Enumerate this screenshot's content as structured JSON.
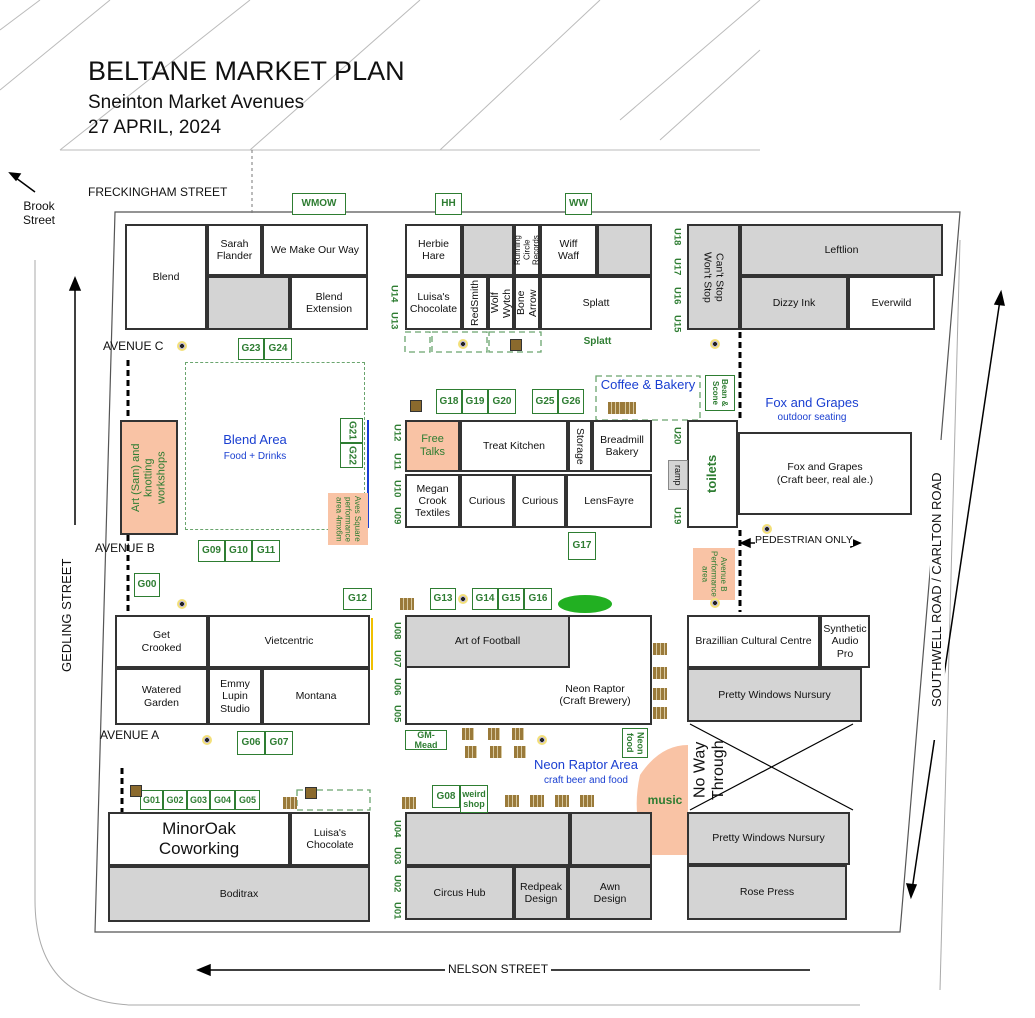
{
  "header": {
    "title": "BELTANE MARKET PLAN",
    "subtitle": "Sneinton Market Avenues",
    "date": "27 APRIL, 2024"
  },
  "streets": {
    "freckingham": "FRECKINGHAM STREET",
    "brook": "Brook\nStreet",
    "gedling": "GEDLING STREET",
    "nelson": "NELSON STREET",
    "southwell": "SOUTHWELL ROAD / CARLTON ROAD"
  },
  "avenues": {
    "a": "AVENUE A",
    "b": "AVENUE B",
    "c": "AVENUE C",
    "pedestrian": "PEDESTRIAN ONLY"
  },
  "units": {
    "blend": "Blend",
    "sarah_flander": "Sarah\nFlander",
    "we_make_our_way": "We Make Our Way",
    "blend_extension": "Blend\nExtension",
    "herbie_hare": "Herbie\nHare",
    "running_circle": "Running\nCircle\nRecords",
    "wiff_waff": "Wiff\nWaff",
    "luisas_chocolate_top": "Luisa's\nChocolate",
    "redsmith": "RedSmith",
    "wolf_wytch": "Wolf\nWytch",
    "bone_arrow": "Bone\nArrow",
    "splatt": "Splatt",
    "cant_stop": "Can't Stop\nWon't Stop",
    "leftlion": "Leftlion",
    "dizzy_ink": "Dizzy Ink",
    "everwild": "Everwild",
    "free_talks": "Free\nTalks",
    "treat_kitchen": "Treat Kitchen",
    "storage": "Storage",
    "breadmill": "Breadmill\nBakery",
    "megan_crook": "Megan\nCrook\nTextiles",
    "curious_1": "Curious",
    "curious_2": "Curious",
    "lensfayre": "LensFayre",
    "toilets": "toilets",
    "fox_grapes": "Fox and Grapes\n(Craft beer, real ale.)",
    "get_crooked": "Get\nCrooked",
    "vietcentric": "Vietcentric",
    "watered_garden": "Watered\nGarden",
    "emmy_lupin": "Emmy\nLupin\nStudio",
    "montana": "Montana",
    "art_of_football": "Art of Football",
    "neon_raptor": "Neon Raptor\n(Craft Brewery)",
    "brazillian": "Brazillian Cultural Centre",
    "synthetic": "Synthetic\nAudio Pro",
    "pretty_windows_1": "Pretty Windows Nursury",
    "no_way_through": "No Way\nThrough",
    "pretty_windows_2": "Pretty Windows Nursury",
    "rose_press": "Rose Press",
    "minoroak": "MinorOak\nCoworking",
    "luisas_chocolate_bottom": "Luisa's\nChocolate",
    "boditrax": "Boditrax",
    "circus_hub": "Circus Hub",
    "redpeak": "Redpeak\nDesign",
    "awn": "Awn\nDesign"
  },
  "stalls": {
    "wmow": "WMOW",
    "hh": "HH",
    "ww": "WW",
    "splatt": "Splatt",
    "bean_scone": "Bean &\nScone",
    "gm_mead": "GM-Mead",
    "neon_food": "Neon\nfood",
    "weird_shop": "weird\nshop",
    "ramp": "ramp",
    "g00": "G00",
    "g01": "G01",
    "g02": "G02",
    "g03": "G03",
    "g04": "G04",
    "g05": "G05",
    "g06": "G06",
    "g07": "G07",
    "g08": "G08",
    "g09": "G09",
    "g10": "G10",
    "g11": "G11",
    "g12": "G12",
    "g13": "G13",
    "g14": "G14",
    "g15": "G15",
    "g16": "G16",
    "g17": "G17",
    "g18": "G18",
    "g19": "G19",
    "g20": "G20",
    "g21": "G21",
    "g22": "G22",
    "g23": "G23",
    "g24": "G24",
    "g25": "G25",
    "g26": "G26",
    "u01": "U01",
    "u02": "U02",
    "u03": "U03",
    "u04": "U04",
    "u05": "U05",
    "u06": "U06",
    "u07": "U07",
    "u08": "U08",
    "u09": "U09",
    "u10": "U10",
    "u11": "U11",
    "u12": "U12",
    "u13": "U13",
    "u14": "U14",
    "u15": "U15",
    "u16": "U16",
    "u17": "U17",
    "u18": "U18",
    "u19": "U19",
    "u20": "U20"
  },
  "areas": {
    "blend_area": {
      "title": "Blend Area",
      "sub": "Food + Drinks"
    },
    "coffee_bakery": "Coffee & Bakery",
    "fox_outdoor": {
      "title": "Fox and Grapes",
      "sub": "outdoor seating"
    },
    "neon_area": {
      "title": "Neon Raptor Area",
      "sub": "craft beer and food"
    },
    "art_sam": "Art (Sam) and\nknotting\nworkshops",
    "aves_square": "Aves Square\nperformance\narea 4mx6m",
    "avenue_b_perf": "Avenue B\nPerformance\narea",
    "music": "music"
  },
  "colors": {
    "stall_green": "#2e7d32",
    "area_blue": "#1a3fd1",
    "salmon": "#f9c3a5",
    "occupied_gray": "#d4d4d4"
  }
}
